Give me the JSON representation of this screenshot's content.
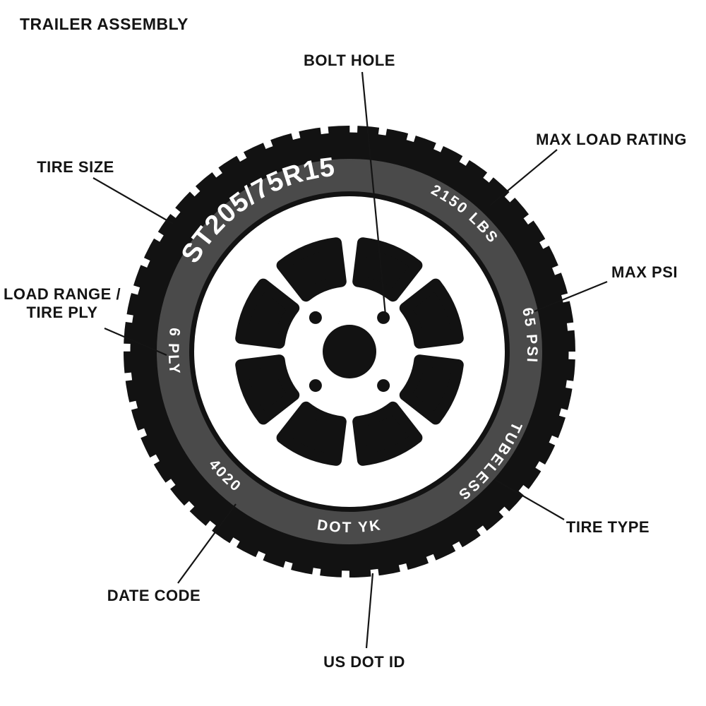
{
  "diagram": {
    "title": "TRAILER ASSEMBLY",
    "labels": {
      "bolt_hole": "BOLT HOLE",
      "max_load_rating": "MAX LOAD RATING",
      "tire_size": "TIRE SIZE",
      "max_psi": "MAX PSI",
      "load_range_line1": "LOAD RANGE /",
      "load_range_line2": "TIRE PLY",
      "tire_type": "TIRE TYPE",
      "date_code": "DATE CODE",
      "us_dot_id": "US DOT ID"
    },
    "tire_markings": {
      "tire_size": "ST205/75R15",
      "max_load": "2150 LBS",
      "max_psi": "65 PSI",
      "tire_ply": "6 PLY",
      "tire_type": "TUBELESS",
      "date_code": "4020",
      "us_dot_id": "DOT YK"
    },
    "colors": {
      "tire_black": "#121212",
      "sidewall_gray": "#4a4a4a",
      "wheel_white": "#ffffff",
      "marking_white": "#ffffff",
      "label_black": "#141414"
    }
  }
}
